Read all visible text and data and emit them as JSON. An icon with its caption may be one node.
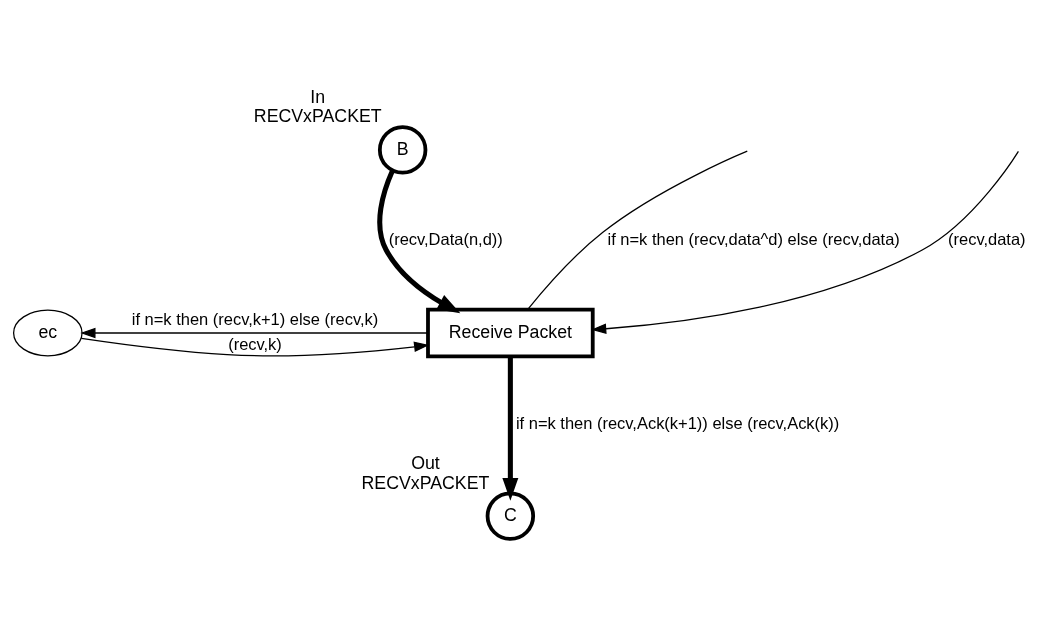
{
  "diagram": {
    "nodes": [
      {
        "text": [
          "B"
        ],
        "beside": [
          "In",
          "RECVxPACKET"
        ]
      },
      {
        "text": [
          "ec"
        ]
      },
      {
        "text": [
          "Receive Packet"
        ]
      },
      {
        "text": [
          "C"
        ],
        "beside": [
          "Out",
          "RECVxPACKET"
        ]
      }
    ],
    "edges": [
      {
        "from": 0,
        "to": 2,
        "arrow": "to",
        "label": "(recv,Data(n,d))",
        "style": "thick"
      },
      {
        "from": null,
        "to": 2,
        "arrow": "to",
        "label": "(recv,data)"
      },
      {
        "from": 2,
        "to": null,
        "arrow": "none",
        "label": "if n=k then (recv,data^d) else (recv,data)"
      },
      {
        "from": 1,
        "to": 2,
        "arrow": "to",
        "label": "(recv,k)"
      },
      {
        "from": 2,
        "to": 1,
        "arrow": "to",
        "label": "if n=k then (recv,k+1) else (recv,k)"
      },
      {
        "from": 2,
        "to": 3,
        "arrow": "to",
        "label": "if n=k then (recv,Ack(k+1)) else (recv,Ack(k))",
        "style": "thick"
      }
    ]
  }
}
